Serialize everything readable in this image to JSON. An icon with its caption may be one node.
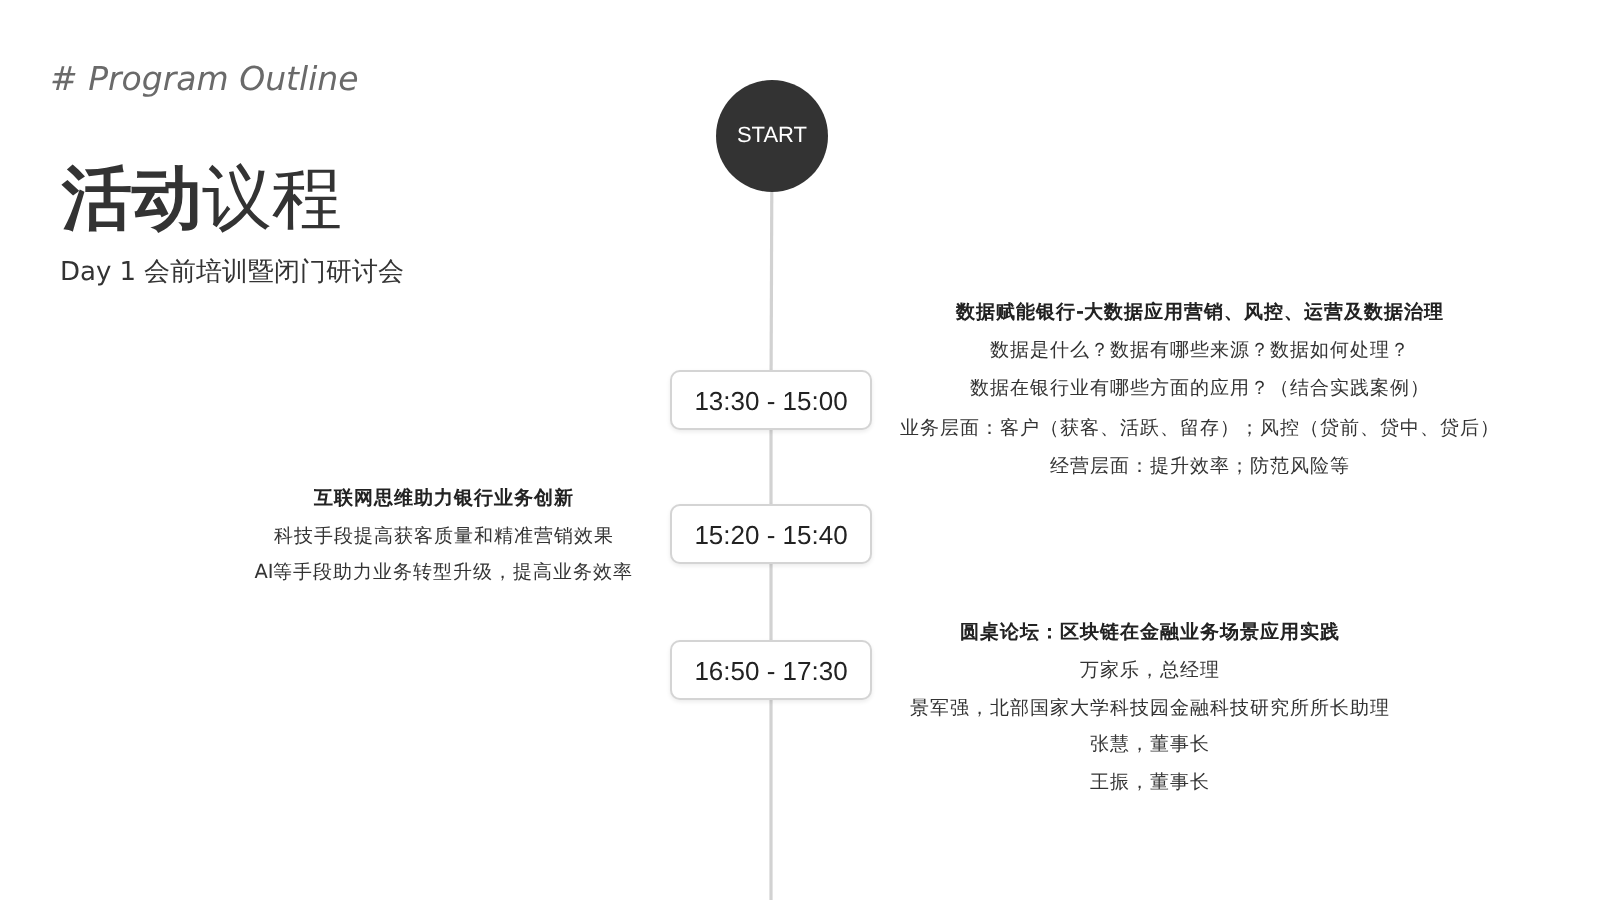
{
  "diagram": {
    "title": "**活动**议程",
    "nodes": [
      {
        "text": [
          "START"
        ]
      },
      {
        "text": [
          "13:30 - 15:00"
        ],
        "beside": [
          "数据赋能银行-大数据应用营销、风控、运营及数据治理",
          "数据是什么？数据有哪些来源？数据如何处理？",
          "数据在银行业有哪些方面的应用？（结合实践案例）",
          "业务层面：客户（获客、活跃、留存）；风控（贷前、贷中、贷后）",
          "经营层面：提升效率；防范风险等"
        ]
      },
      {
        "text": [
          "15:20 - 15:40"
        ],
        "beside": [
          "互联网思维助力银行业务创新",
          "科技手段提高获客质量和精准营销效果",
          "AI等手段助力业务转型升级，提高业务效率"
        ]
      },
      {
        "text": [
          "16:50 - 17:30"
        ],
        "beside": [
          "圆桌论坛：区块链在金融业务场景应用实践",
          "万家乐，总经理",
          "景军强，北部国家大学科技园金融科技研究所所长助理",
          "张慧，董事长",
          "王振，董事长"
        ]
      }
    ],
    "edges": [
      {
        "from": 0,
        "to": 1,
        "arrow": "none"
      },
      {
        "from": 1,
        "to": 2,
        "arrow": "none"
      },
      {
        "from": 2,
        "to": 3,
        "arrow": "none"
      },
      {
        "from": 3,
        "to": null,
        "arrow": "none"
      }
    ],
    "labels": [
      "# Program Outline",
      "Day 1 会前培训暨闭门研讨会"
    ]
  }
}
